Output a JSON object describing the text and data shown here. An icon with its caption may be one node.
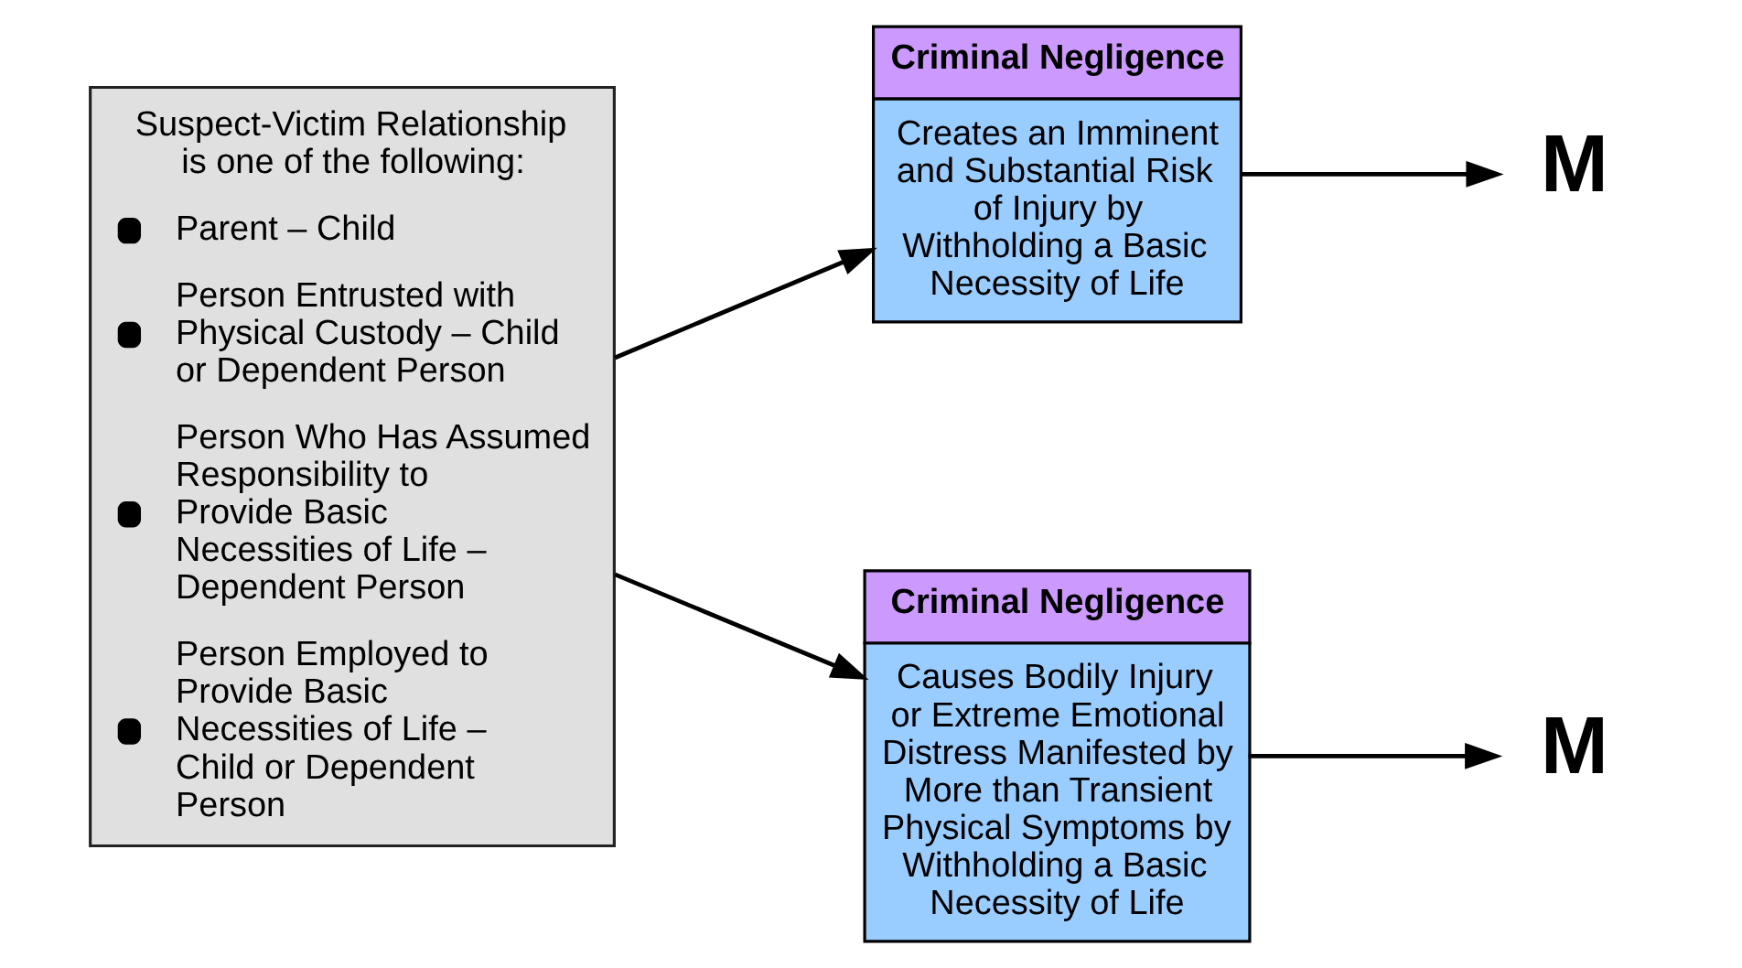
{
  "diagram": {
    "nodes": [
      {
        "text": [
          "Suspect-Victim Relationship is one of the following:",
          "Parent – Child",
          "Person Entrusted with Physical Custody – Child or Dependent Person",
          "Person Who Has Assumed Responsibility to Provide Basic Necessities of Life – Dependent Person",
          "Person Employed to Provide Basic Necessities of Life – Child or Dependent Person"
        ]
      },
      {
        "text": [
          "Criminal Negligence",
          "Creates an Imminent and Substantial Risk of Injury by Withholding a Basic Necessity of Life"
        ]
      },
      {
        "text": [
          "Criminal Negligence",
          "Causes Bodily Injury or Extreme Emotional Distress Manifested by More than Transient Physical Symptoms by Withholding a Basic Necessity of Life"
        ]
      },
      {
        "text": [
          "M"
        ]
      },
      {
        "text": [
          "M"
        ]
      }
    ],
    "edges": [
      {
        "from": 0,
        "to": 1,
        "arrow": "to"
      },
      {
        "from": 0,
        "to": 2,
        "arrow": "to"
      },
      {
        "from": 1,
        "to": 3,
        "arrow": "to"
      },
      {
        "from": 2,
        "to": 4,
        "arrow": "to"
      }
    ]
  }
}
